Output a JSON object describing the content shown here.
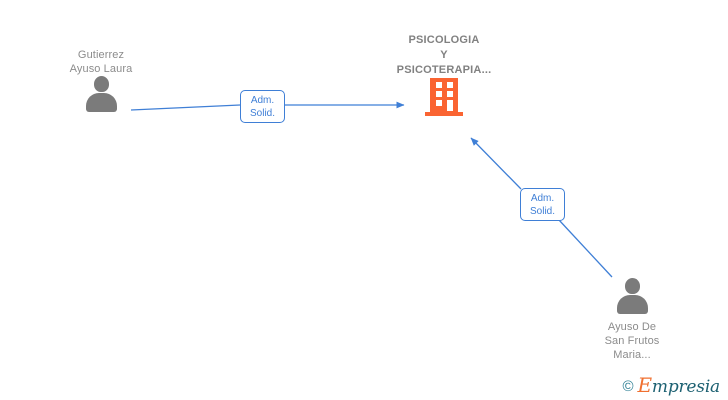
{
  "graph": {
    "background": "#ffffff",
    "edge_color": "#3f7fd6",
    "person_color": "#7b7b7b",
    "company_color": "#fa6432",
    "label_text_color": "#8c8c8c",
    "nodes": [
      {
        "id": "person-left",
        "type": "person",
        "label": "Gutierrez\nAyuso Laura",
        "label_position": "above"
      },
      {
        "id": "company-center",
        "type": "company",
        "label": "PSICOLOGIA\nY\nPSICOTERAPIA...",
        "label_position": "above"
      },
      {
        "id": "person-bottom-right",
        "type": "person",
        "label": "Ayuso De\nSan Frutos\nMaria...",
        "label_position": "below"
      }
    ],
    "edges": [
      {
        "id": "edge-1",
        "from": "person-left",
        "to": "company-center",
        "label": "Adm.\nSolid."
      },
      {
        "id": "edge-2",
        "from": "person-bottom-right",
        "to": "company-center",
        "label": "Adm.\nSolid."
      }
    ]
  },
  "watermark": {
    "copyright": "©",
    "brand_initial": "E",
    "brand_rest": "mpresia"
  }
}
